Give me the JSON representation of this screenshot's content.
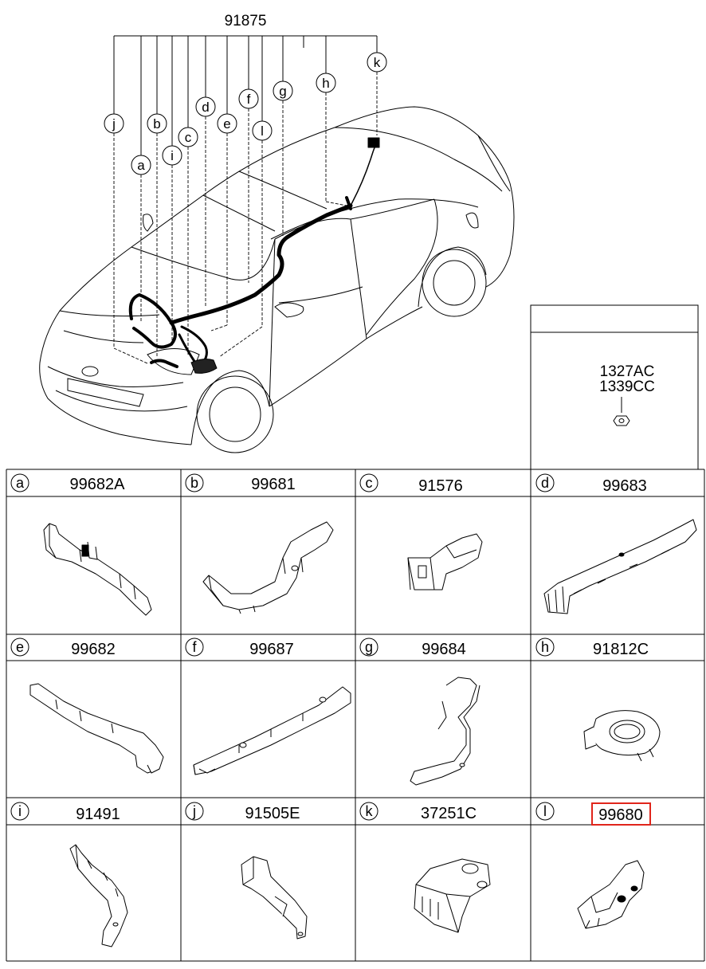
{
  "main_part_number": "91875",
  "callout_letters": [
    "j",
    "b",
    "a",
    "i",
    "c",
    "d",
    "e",
    "f",
    "l",
    "g",
    "h",
    "k"
  ],
  "side_box": {
    "codes": [
      "1327AC",
      "1339CC"
    ],
    "icon": "hex-nut-icon"
  },
  "parts": [
    {
      "letter": "a",
      "number": "99682A",
      "icon": "protector-bracket-icon"
    },
    {
      "letter": "b",
      "number": "99681",
      "icon": "protector-curved-icon"
    },
    {
      "letter": "c",
      "number": "91576",
      "icon": "protector-elbow-icon"
    },
    {
      "letter": "d",
      "number": "99683",
      "icon": "protector-long-icon"
    },
    {
      "letter": "e",
      "number": "99682",
      "icon": "protector-arm-icon"
    },
    {
      "letter": "f",
      "number": "99687",
      "icon": "protector-channel-icon"
    },
    {
      "letter": "g",
      "number": "99684",
      "icon": "protector-s-bend-icon"
    },
    {
      "letter": "h",
      "number": "91812C",
      "icon": "grommet-icon"
    },
    {
      "letter": "i",
      "number": "91491",
      "icon": "protector-hook-icon"
    },
    {
      "letter": "j",
      "number": "91505E",
      "icon": "protector-cover-icon"
    },
    {
      "letter": "k",
      "number": "37251C",
      "icon": "fuse-box-cover-icon"
    },
    {
      "letter": "l",
      "number": "99680",
      "icon": "protector-clip-icon",
      "highlight": true
    }
  ],
  "colors": {
    "line": "#000000",
    "highlight": "#e0251b",
    "background": "#ffffff"
  }
}
